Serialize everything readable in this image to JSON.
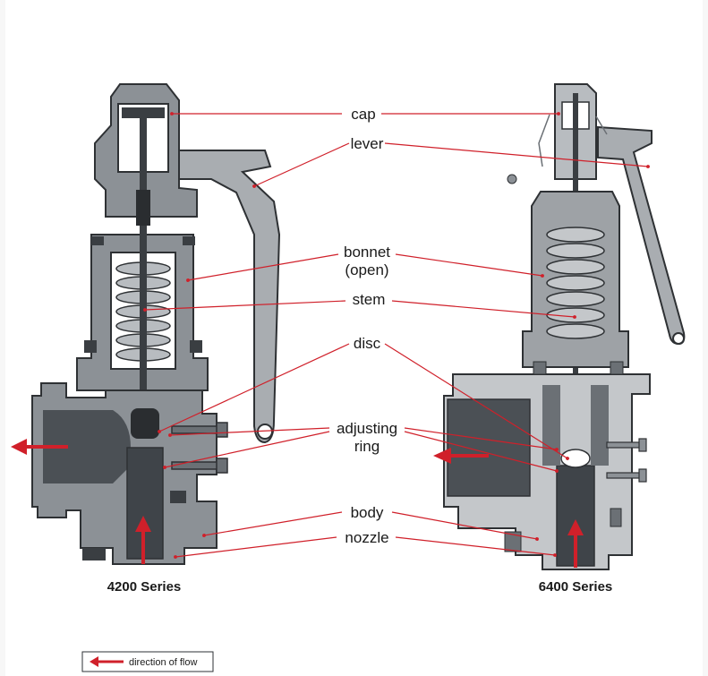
{
  "labels": {
    "cap": "cap",
    "lever": "lever",
    "bonnet_line1": "bonnet",
    "bonnet_line2": "(open)",
    "stem": "stem",
    "disc": "disc",
    "adjusting_line1": "adjusting",
    "adjusting_line2": "ring",
    "body": "body",
    "nozzle": "nozzle"
  },
  "series": {
    "left": "4200 Series",
    "right": "6400 Series"
  },
  "legend": {
    "text": "direction of flow"
  },
  "colors": {
    "leader_line": "#d0202a",
    "flow_arrow": "#d0202a",
    "metal_dark": "#555a5f",
    "metal_mid": "#8c9196",
    "metal_light": "#c4c7ca",
    "background": "#ffffff"
  }
}
